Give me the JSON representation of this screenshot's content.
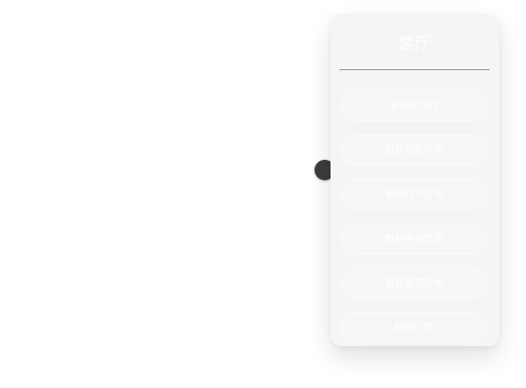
{
  "panel": {
    "title": "客厅",
    "devices": [
      {
        "label": "智能吸顶灯"
      },
      {
        "label": "智能墙壁开关"
      },
      {
        "label": "智能LED灯带"
      },
      {
        "label": "智能中央空调"
      },
      {
        "label": "智能窗帘开关"
      },
      {
        "label": "智能门锁"
      }
    ]
  },
  "colors": {
    "panel_background": "#f5f5f5",
    "handle": "#3c3c3c",
    "divider": "#8e8e8e",
    "text": "#ffffff"
  }
}
